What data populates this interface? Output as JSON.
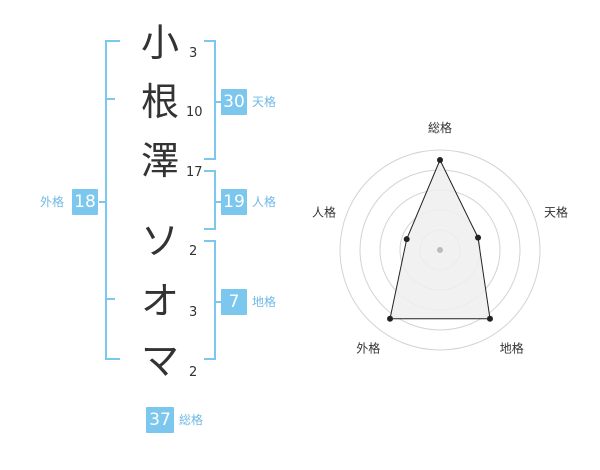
{
  "name": {
    "characters": [
      {
        "char": "小",
        "strokes": "3"
      },
      {
        "char": "根",
        "strokes": "10"
      },
      {
        "char": "澤",
        "strokes": "17"
      },
      {
        "char": "ソ",
        "strokes": "2"
      },
      {
        "char": "オ",
        "strokes": "3"
      },
      {
        "char": "マ",
        "strokes": "2"
      }
    ]
  },
  "fortune": {
    "tenkaku": {
      "value": "30",
      "label": "天格"
    },
    "jinkaku": {
      "value": "19",
      "label": "人格"
    },
    "chikaku": {
      "value": "7",
      "label": "地格"
    },
    "gaikaku": {
      "value": "18",
      "label": "外格"
    },
    "soukaku": {
      "value": "37",
      "label": "総格"
    }
  },
  "radar": {
    "axes": [
      "総格",
      "天格",
      "地格",
      "外格",
      "人格"
    ],
    "levels": [
      0.9,
      0.4,
      0.85,
      0.85,
      0.35
    ],
    "colors": {
      "ring": "#d3d3d3",
      "fill": "#eeeeee",
      "line": "#222222",
      "center": "#bbbbbb"
    }
  },
  "colors": {
    "accent": "#7cc7ee",
    "accent_text": "#6fb9e6"
  }
}
